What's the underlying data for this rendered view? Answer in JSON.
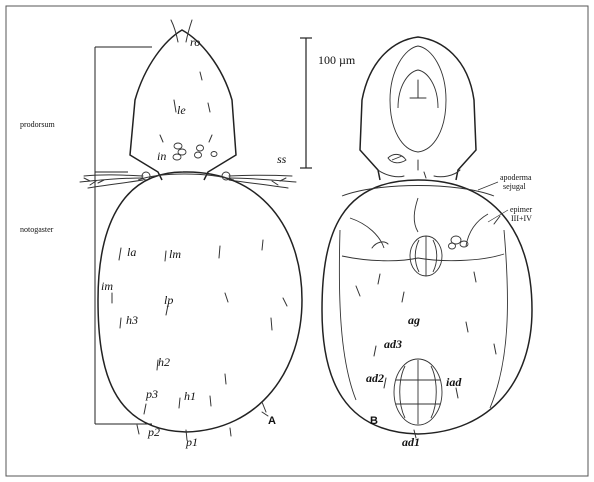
{
  "scale_bar": {
    "label": "100 µm"
  },
  "panel_a": {
    "letter": "A",
    "region_labels": {
      "prodorsum": "prodorsum",
      "notogaster": "notogaster"
    },
    "setae": {
      "ro": "ro",
      "le": "le",
      "in": "in",
      "ss": "ss",
      "la": "la",
      "lm": "lm",
      "im": "im",
      "lp": "lp",
      "h3": "h3",
      "h2": "h2",
      "h1": "h1",
      "p3": "p3",
      "p2": "p2",
      "p1": "p1"
    }
  },
  "panel_b": {
    "letter": "B",
    "structure_labels": {
      "apoderma_line1": "apoderma",
      "apoderma_line2": "sejugal",
      "epimer_line1": "epimer",
      "epimer_line2": "III+IV"
    },
    "setae": {
      "ag": "ag",
      "ad3": "ad3",
      "ad2": "ad2",
      "iad": "iad",
      "ad1": "ad1"
    }
  }
}
